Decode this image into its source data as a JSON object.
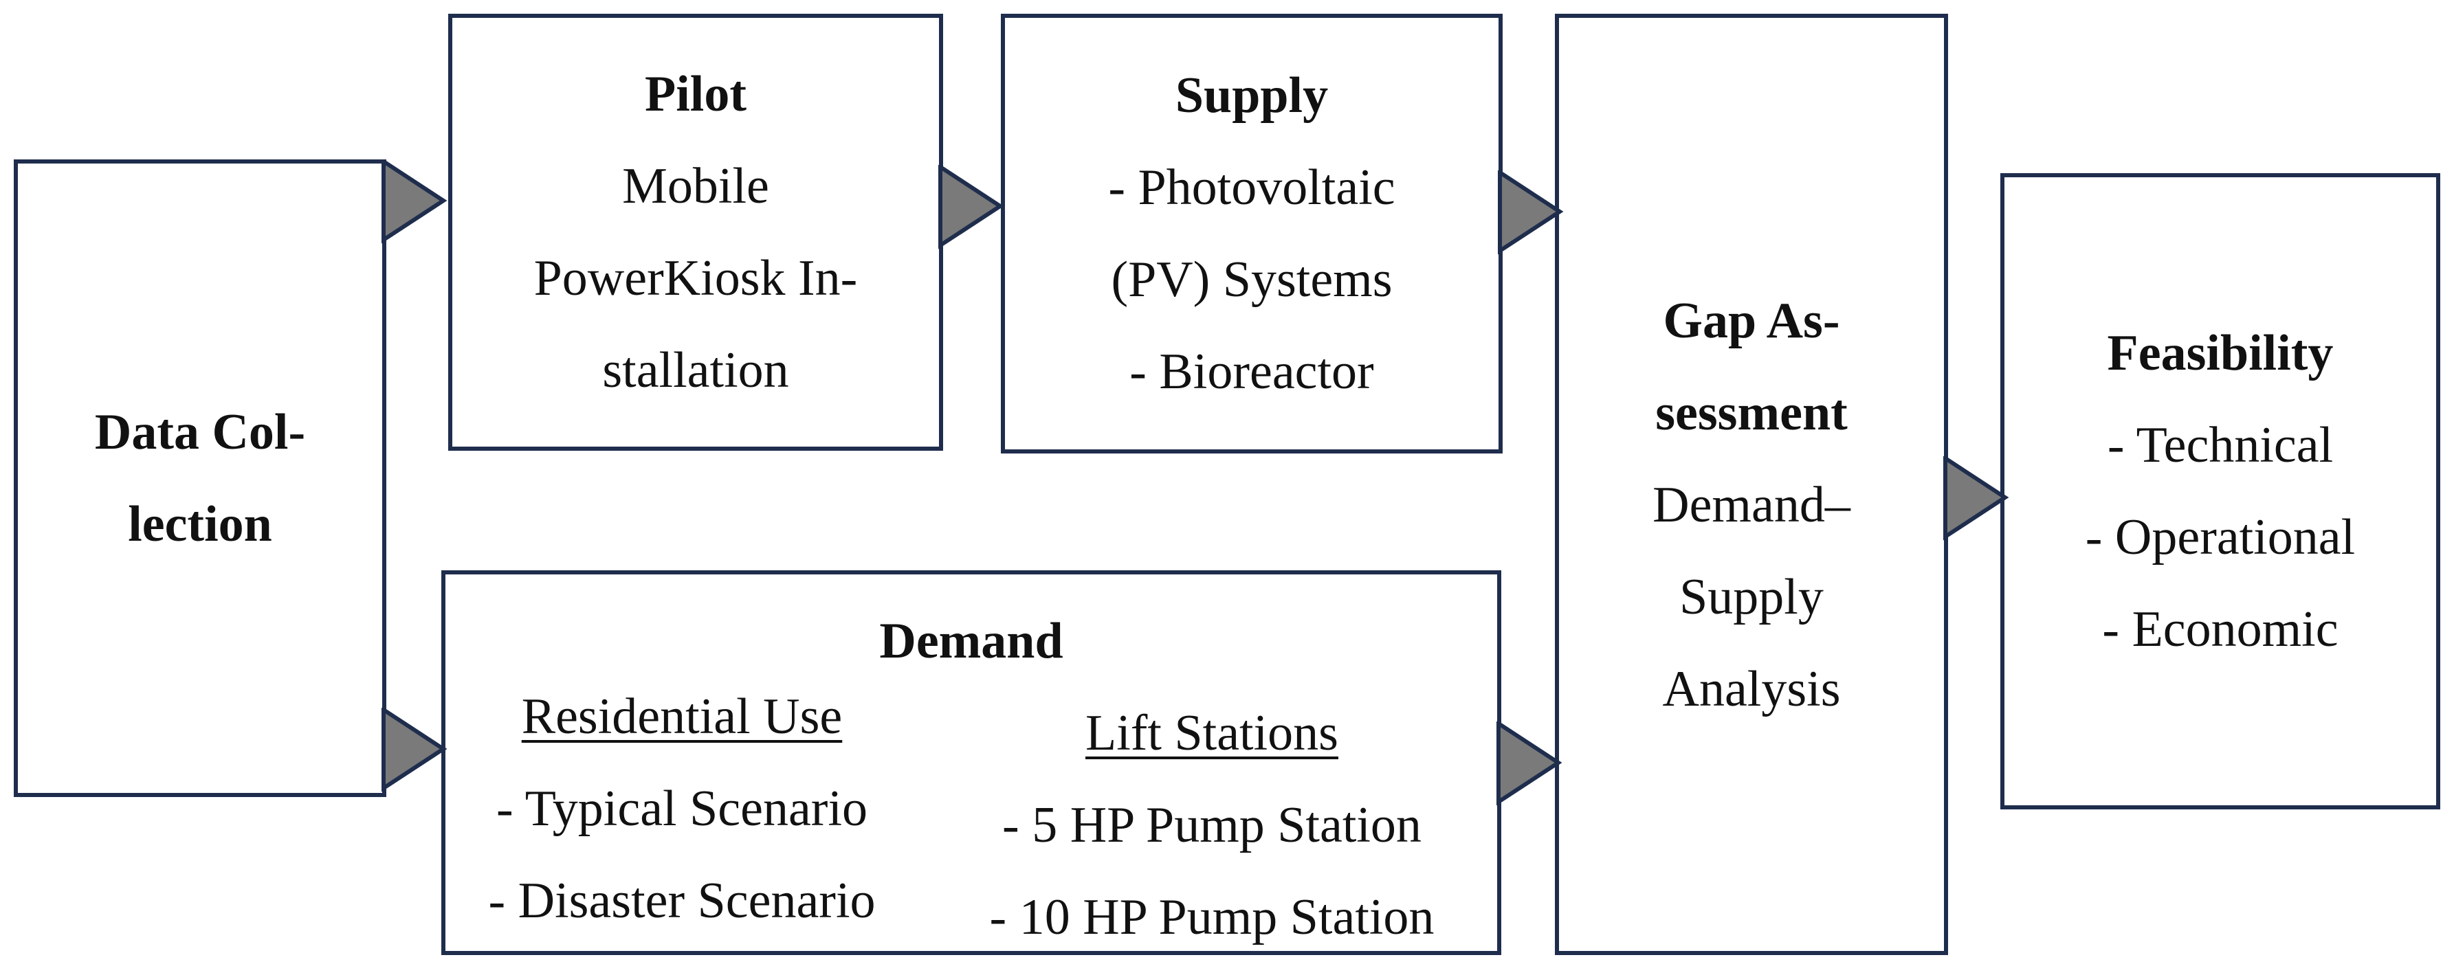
{
  "data_collection": {
    "lines": [
      "Data Col-",
      "lection"
    ]
  },
  "pilot": {
    "title": "Pilot",
    "lines": [
      "Mobile",
      "PowerKiosk In-",
      "stallation"
    ]
  },
  "supply": {
    "title": "Supply",
    "lines": [
      "- Photovoltaic",
      "(PV) Systems",
      "- Bioreactor"
    ]
  },
  "demand": {
    "title": "Demand",
    "residential": {
      "heading": "Residential Use",
      "items": [
        "- Typical Scenario",
        "- Disaster Scenario"
      ]
    },
    "lift": {
      "heading": "Lift Stations",
      "items": [
        "- 5 HP Pump Station",
        "- 10 HP Pump Station"
      ]
    }
  },
  "gap": {
    "title_lines": [
      "Gap As-",
      "sessment"
    ],
    "lines": [
      "Demand–",
      "Supply",
      "Analysis"
    ]
  },
  "feasibility": {
    "title": "Feasibility",
    "lines": [
      "- Technical",
      "- Operational",
      "- Economic"
    ]
  },
  "colors": {
    "border": "#1f2d4d",
    "arrow_fill": "#7a7a7a"
  }
}
